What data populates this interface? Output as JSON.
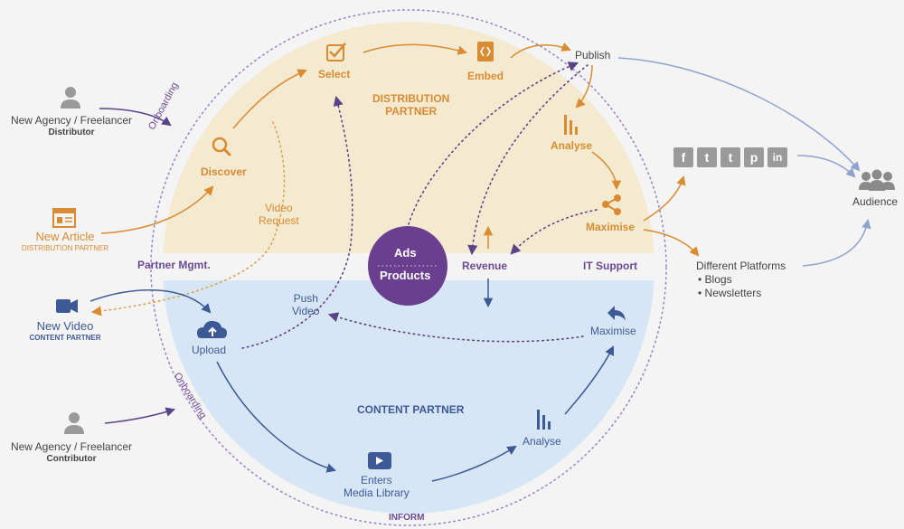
{
  "distribution": {
    "select": "Select",
    "embed": "Embed",
    "publish": "Publish",
    "zone_title_1": "DISTRIBUTION",
    "zone_title_2": "PARTNER",
    "discover": "Discover",
    "analyse": "Analyse",
    "maximise": "Maximise",
    "video_request_1": "Video",
    "video_request_2": "Request"
  },
  "center": {
    "ads": "Ads",
    "products": "Products",
    "revenue": "Revenue",
    "partner_mgmt": "Partner Mgmt.",
    "it_support": "IT Support",
    "onboarding_top": "Onboarding",
    "onboarding_bottom": "Onboarding",
    "inform": "INFORM"
  },
  "content": {
    "zone_title": "CONTENT PARTNER",
    "upload": "Upload",
    "push_video_1": "Push",
    "push_video_2": "Video",
    "maximise": "Maximise",
    "analyse": "Analyse",
    "media_library_1": "Enters",
    "media_library_2": "Media Library"
  },
  "left": {
    "agency_distributor_1": "New Agency / Freelancer",
    "agency_distributor_2": "Distributor",
    "new_article": "New Article",
    "new_article_sub": "DISTRIBUTION PARTNER",
    "new_video": "New Video",
    "new_video_sub": "CONTENT PARTNER",
    "agency_contributor_1": "New Agency / Freelancer",
    "agency_contributor_2": "Contributor"
  },
  "right": {
    "audience": "Audience",
    "platforms_title": "Different Platforms",
    "platforms": [
      "Blogs",
      "Newsletters"
    ],
    "social": [
      "f",
      "t",
      "t",
      "p",
      "in"
    ]
  },
  "colors": {
    "orange": "#d98b32",
    "purple": "#6b4a96",
    "blue": "#3d5a96",
    "top_fill": "#f4ead0",
    "bottom_fill": "#d7e6f5",
    "ads_circle": "#6b3f8f"
  }
}
